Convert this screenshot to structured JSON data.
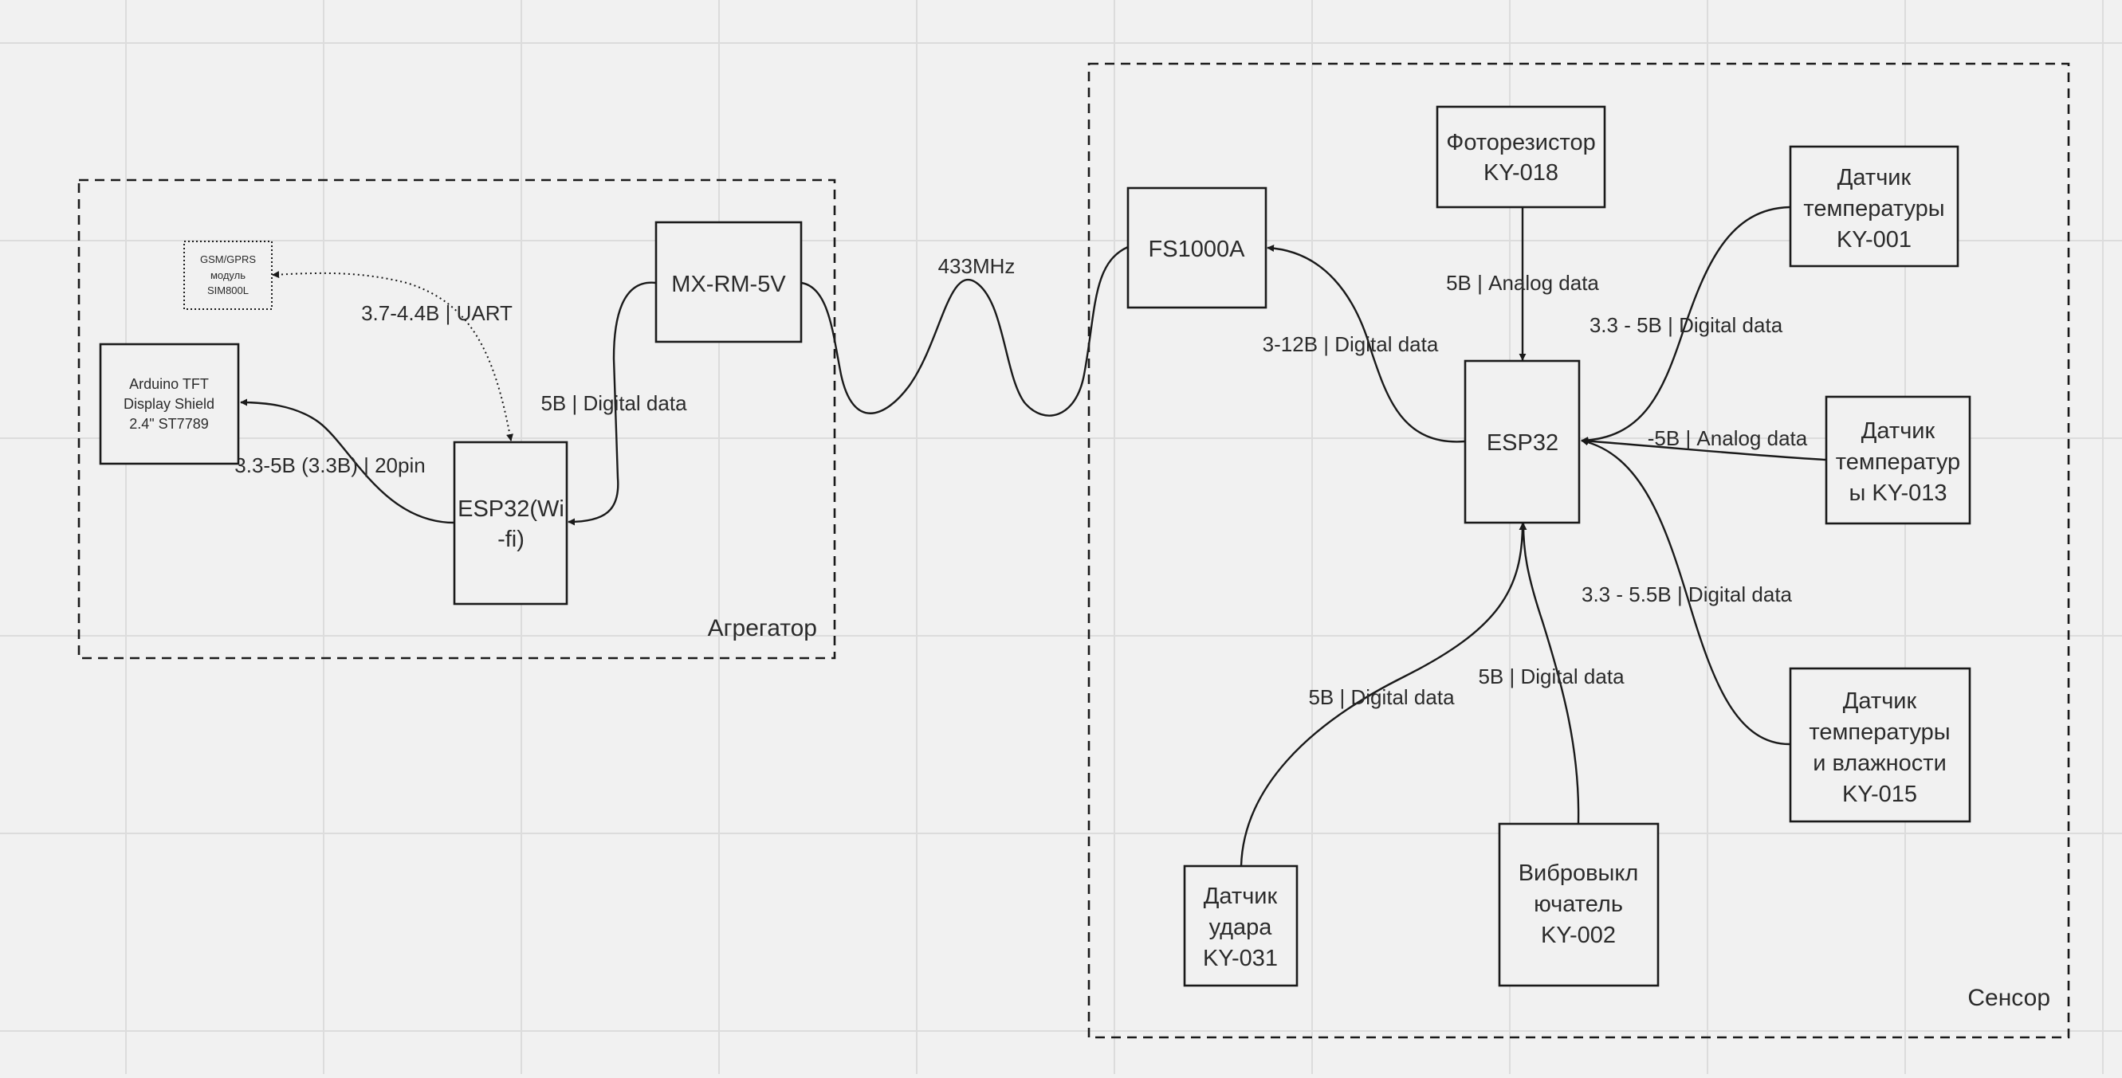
{
  "groups": {
    "aggregator": "Агрегатор",
    "sensor": "Сенсор"
  },
  "nodes": {
    "gsm": [
      "GSM/GPRS",
      "модуль",
      "SIM800L"
    ],
    "tft": [
      "Arduino TFT",
      "Display Shield",
      "2.4\" ST7789"
    ],
    "esp32_wifi": [
      "ESP32(Wi",
      "-fi)"
    ],
    "mx_rm": [
      "MX-RM-5V"
    ],
    "fs1000a": [
      "FS1000A"
    ],
    "photoresistor": [
      "Фоторезистор",
      "KY-018"
    ],
    "esp32": [
      "ESP32"
    ],
    "temp_ky001": [
      "Датчик",
      "температуры",
      "KY-001"
    ],
    "temp_ky013": [
      "Датчик",
      "температур",
      "ы KY-013"
    ],
    "temp_hum_ky015": [
      "Датчик",
      "температуры",
      "и влажности",
      "KY-015"
    ],
    "shock_ky031": [
      "Датчик",
      "удара",
      "KY-031"
    ],
    "vibro_ky002": [
      "Вибровыкл",
      "ючатель",
      "KY-002"
    ]
  },
  "edges": {
    "gsm_uart": "3.7-4.4В | UART",
    "tft_20pin": "3.3-5В (3.3В) | 20pin",
    "mx_digital": "5В | Digital data",
    "radio": "433MHz",
    "fs_digital": "3-12В | Digital data",
    "photo_analog": "5В | Analog data",
    "ky001_digital": "3.3 - 5В | Digital data",
    "ky013_analog": "-5В | Analog data",
    "ky015_digital": "3.3 - 5.5В | Digital data",
    "ky031_digital": "5В | Digital data",
    "ky002_digital": "5В | Digital data"
  }
}
